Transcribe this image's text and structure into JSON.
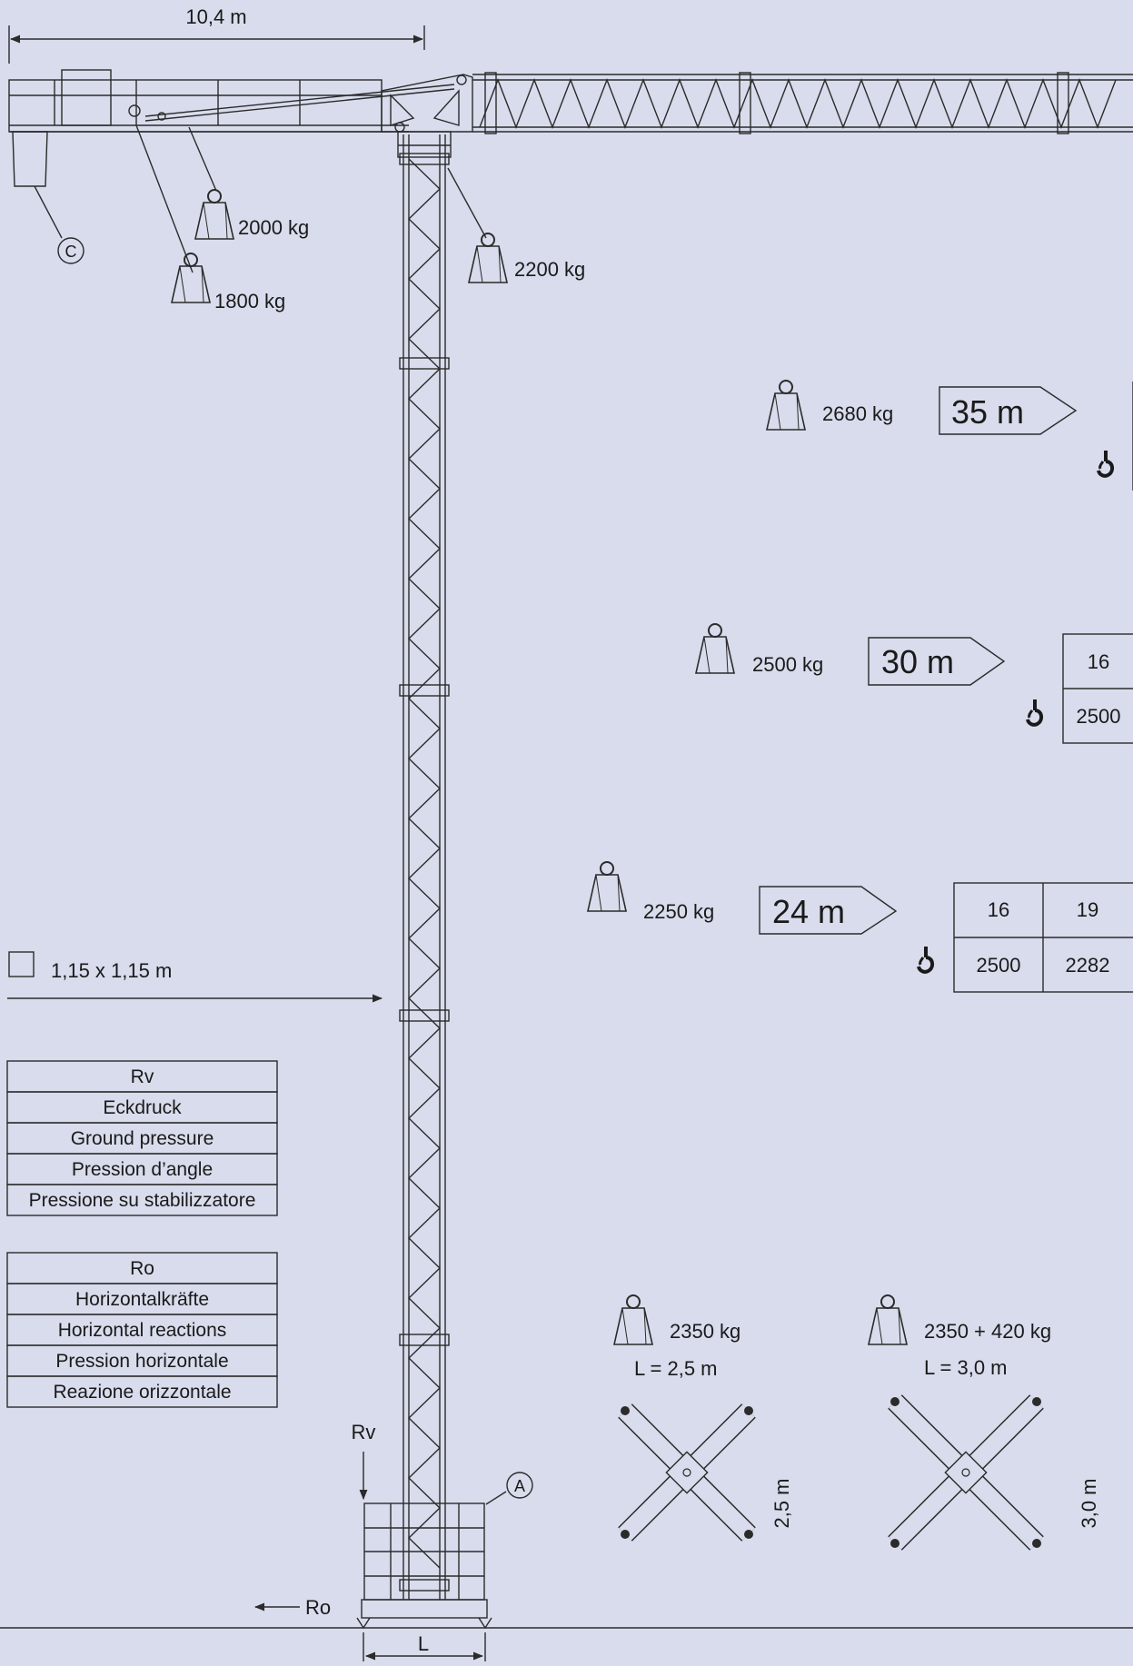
{
  "colors": {
    "background": "#d8dcec",
    "line": "#2b2b2b",
    "text": "#1a1a1a"
  },
  "counterjib": {
    "length_label": "10,4 m",
    "ballast_label": "C"
  },
  "ballast_weights": [
    "2000 kg",
    "1800 kg",
    "2200 kg"
  ],
  "jib_configs": [
    {
      "weight": "2680 kg",
      "length": "35 m"
    },
    {
      "weight": "2500 kg",
      "length": "30 m",
      "table": {
        "headers": [
          "16"
        ],
        "values": [
          "2500"
        ]
      }
    },
    {
      "weight": "2250 kg",
      "length": "24 m",
      "table": {
        "headers": [
          "16",
          "19"
        ],
        "values": [
          "2500",
          "2282"
        ]
      }
    }
  ],
  "mast": {
    "section_label": "1,15 x 1,15 m"
  },
  "rv_table": [
    "Rv",
    "Eckdruck",
    "Ground pressure",
    "Pression d’angle",
    "Pressione su stabilizzatore"
  ],
  "ro_table": [
    "Ro",
    "Horizontalkräfte",
    "Horizontal reactions",
    "Pression horizontale",
    "Reazione orizzontale"
  ],
  "base": {
    "rv_label": "Rv",
    "ro_label": "Ro",
    "a_label": "A",
    "l_label": "L"
  },
  "base_options": [
    {
      "weight": "2350 kg",
      "length": "L = 2,5 m",
      "dim": "2,5 m"
    },
    {
      "weight": "2350 + 420 kg",
      "length": "L = 3,0 m",
      "dim": "3,0 m"
    }
  ]
}
